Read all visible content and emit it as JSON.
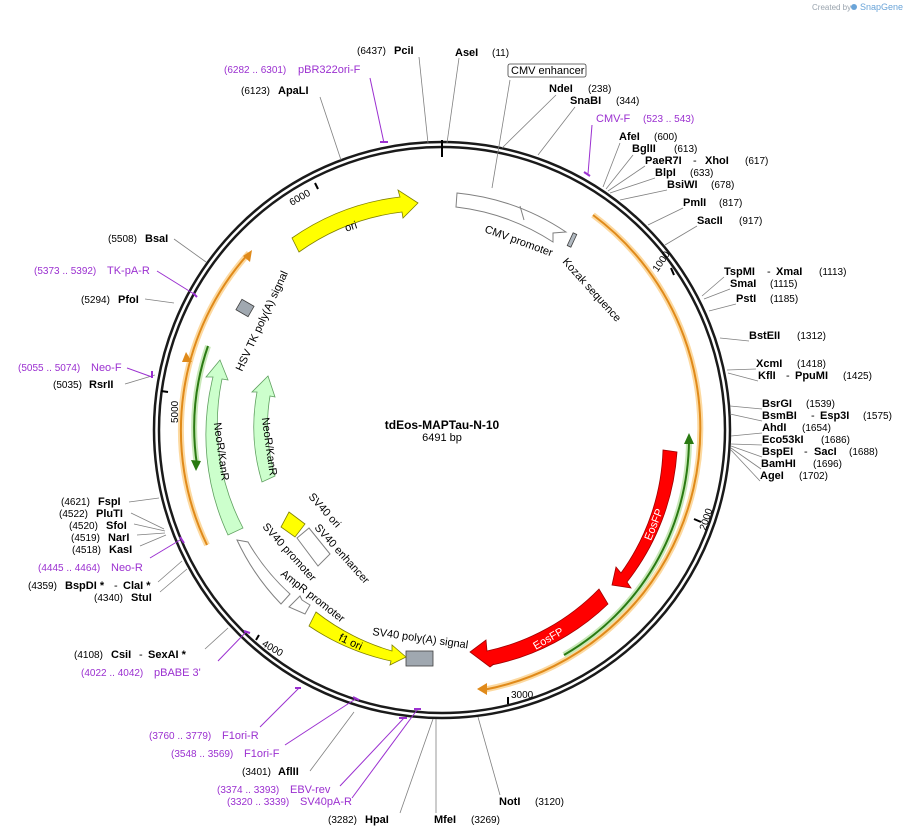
{
  "branding": {
    "created_by": "Created by",
    "app": "SnapGene"
  },
  "plasmid": {
    "name": "tdEos-MAPTau-N-10",
    "length": 6491,
    "size_label": "6491 bp"
  },
  "ticks": [
    {
      "bp": 1000,
      "label": "1000"
    },
    {
      "bp": 2000,
      "label": "2000"
    },
    {
      "bp": 3000,
      "label": "3000"
    },
    {
      "bp": 4000,
      "label": "4000"
    },
    {
      "bp": 5000,
      "label": "5000"
    },
    {
      "bp": 6000,
      "label": "6000"
    }
  ],
  "enzymes": [
    {
      "name": "PciI",
      "pos": "(6437)"
    },
    {
      "name": "AseI",
      "pos": "(11)"
    },
    {
      "name": "NdeI",
      "pos": "(238)"
    },
    {
      "name": "SnaBI",
      "pos": "(344)"
    },
    {
      "name": "AfeI",
      "pos": "(600)"
    },
    {
      "name": "BglII",
      "pos": "(613)"
    },
    {
      "name": "PaeR7I",
      "name2": "XhoI",
      "pos": "(617)"
    },
    {
      "name": "BlpI",
      "pos": "(633)"
    },
    {
      "name": "BsiWI",
      "pos": "(678)"
    },
    {
      "name": "PmlI",
      "pos": "(817)"
    },
    {
      "name": "SacII",
      "pos": "(917)"
    },
    {
      "name": "TspMI",
      "name2": "XmaI",
      "pos": "(1113)"
    },
    {
      "name": "SmaI",
      "pos": "(1115)"
    },
    {
      "name": "PstI",
      "pos": "(1185)"
    },
    {
      "name": "BstEII",
      "pos": "(1312)"
    },
    {
      "name": "XcmI",
      "pos": "(1418)"
    },
    {
      "name": "KflI",
      "name2": "PpuMI",
      "pos": "(1425)"
    },
    {
      "name": "BsrGI",
      "pos": "(1539)"
    },
    {
      "name": "BsmBI",
      "name2": "Esp3I",
      "pos": "(1575)"
    },
    {
      "name": "AhdI",
      "pos": "(1654)"
    },
    {
      "name": "Eco53kI",
      "pos": "(1686)"
    },
    {
      "name": "BspEI",
      "name2": "SacI",
      "pos": "(1688)"
    },
    {
      "name": "BamHI",
      "pos": "(1696)"
    },
    {
      "name": "AgeI",
      "pos": "(1702)"
    },
    {
      "name": "NotI",
      "pos": "(3120)"
    },
    {
      "name": "MfeI",
      "pos": "(3269)"
    },
    {
      "name": "HpaI",
      "pos": "(3282)"
    },
    {
      "name": "AflII",
      "pos": "(3401)"
    },
    {
      "name": "CsiI",
      "name2": "SexAI *",
      "pos": "(4108)"
    },
    {
      "name": "StuI",
      "pos": "(4340)"
    },
    {
      "name": "BspDI *",
      "name2": "ClaI *",
      "pos": "(4359)"
    },
    {
      "name": "KasI",
      "pos": "(4518)"
    },
    {
      "name": "NarI",
      "pos": "(4519)"
    },
    {
      "name": "SfoI",
      "pos": "(4520)"
    },
    {
      "name": "PluTI",
      "pos": "(4522)"
    },
    {
      "name": "FspI",
      "pos": "(4621)"
    },
    {
      "name": "RsrII",
      "pos": "(5035)"
    },
    {
      "name": "PfoI",
      "pos": "(5294)"
    },
    {
      "name": "BsaI",
      "pos": "(5508)"
    },
    {
      "name": "ApaLI",
      "pos": "(6123)"
    }
  ],
  "primers": [
    {
      "name": "pBR322ori-F",
      "range": "(6282 .. 6301)"
    },
    {
      "name": "CMV-F",
      "range": "(523 .. 543)"
    },
    {
      "name": "TK-pA-R",
      "range": "(5373 .. 5392)"
    },
    {
      "name": "Neo-F",
      "range": "(5055 .. 5074)"
    },
    {
      "name": "Neo-R",
      "range": "(4445 .. 4464)"
    },
    {
      "name": "pBABE 3'",
      "range": "(4022 .. 4042)"
    },
    {
      "name": "F1ori-R",
      "range": "(3760 .. 3779)"
    },
    {
      "name": "F1ori-F",
      "range": "(3548 .. 3569)"
    },
    {
      "name": "EBV-rev",
      "range": "(3374 .. 3393)"
    },
    {
      "name": "SV40pA-R",
      "range": "(3320 .. 3339)"
    }
  ],
  "features": {
    "cmv_enhancer": "CMV enhancer",
    "cmv_promoter": "CMV promoter",
    "kozak": "Kozak sequence",
    "eosfp_1": "EosFP",
    "eosfp_2": "EosFP",
    "sv40_polya": "SV40 poly(A) signal",
    "f1_ori": "f1 ori",
    "ampr_promoter": "AmpR promoter",
    "sv40_promoter": "SV40 promoter",
    "sv40_ori": "SV40 ori",
    "sv40_enhancer": "SV40 enhancer",
    "neokanr_1": "NeoR/KanR",
    "neokanr_2": "NeoR/KanR",
    "hsv_tk_polya": "HSV TK poly(A) signal",
    "ori": "ori"
  },
  "colors": {
    "backbone": "#1a1a1a",
    "eosfp": "#ff0000",
    "ori": "#ffff00",
    "neokanr": "#ccffcc",
    "orf_orange": "#f5a623",
    "orf_green": "#3a9a1a",
    "primer": "#9b30d0",
    "polya": "#a0a8b0"
  }
}
